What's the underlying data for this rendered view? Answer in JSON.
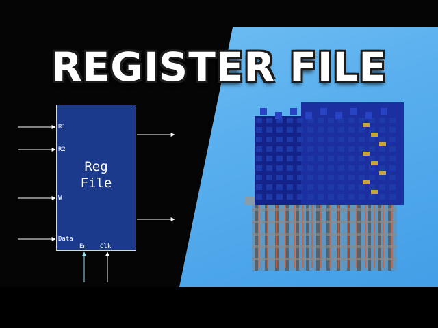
{
  "title": "REGISTER FILE",
  "block": {
    "label_line1": "Reg",
    "label_line2": "File",
    "ports": {
      "r1": "R1",
      "r2": "R2",
      "w": "W",
      "data": "Data",
      "en": "En",
      "clk": "Clk"
    }
  },
  "colors": {
    "block_fill": "#1b3a8c",
    "sky": "#5ab0ee",
    "enable_wire": "#8fe0f0",
    "redstone": "#e0582a",
    "block_blue": "#1e3aa8"
  }
}
